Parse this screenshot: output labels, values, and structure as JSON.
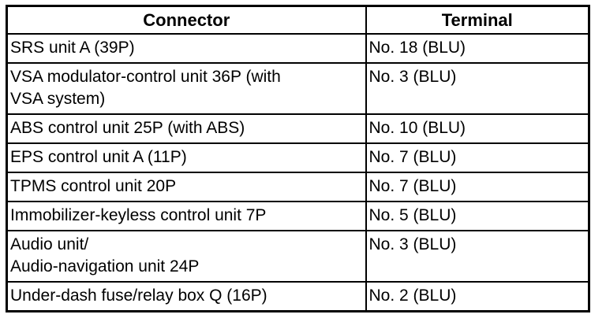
{
  "table": {
    "headers": {
      "connector": "Connector",
      "terminal": "Terminal"
    },
    "rows": [
      {
        "connector": "SRS unit A (39P)",
        "terminal": "No. 18 (BLU)"
      },
      {
        "connector": "VSA modulator-control unit 36P (with\nVSA system)",
        "terminal": "No. 3 (BLU)"
      },
      {
        "connector": "ABS control unit 25P (with ABS)",
        "terminal": "No. 10 (BLU)"
      },
      {
        "connector": "EPS control unit A (11P)",
        "terminal": "No. 7 (BLU)"
      },
      {
        "connector": "TPMS control unit 20P",
        "terminal": "No. 7 (BLU)"
      },
      {
        "connector": "Immobilizer-keyless control unit 7P",
        "terminal": "No. 5 (BLU)"
      },
      {
        "connector": "Audio unit/\nAudio-navigation unit 24P",
        "terminal": "No. 3 (BLU)"
      },
      {
        "connector": "Under-dash fuse/relay box Q (16P)",
        "terminal": "No. 2 (BLU)"
      }
    ],
    "colors": {
      "border": "#000000",
      "text": "#000000",
      "background": "#ffffff"
    }
  }
}
